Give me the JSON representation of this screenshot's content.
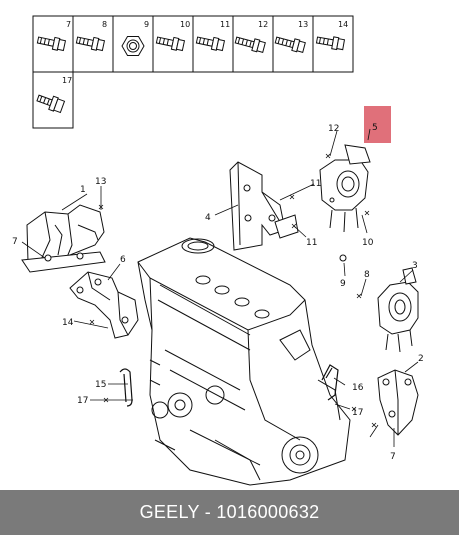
{
  "footer": {
    "text": "GEELY - 1016000632"
  },
  "fastener_boxes": [
    {
      "number": "7",
      "kind": "bolt"
    },
    {
      "number": "8",
      "kind": "bolt"
    },
    {
      "number": "9",
      "kind": "nut"
    },
    {
      "number": "10",
      "kind": "bolt"
    },
    {
      "number": "11",
      "kind": "bolt"
    },
    {
      "number": "12",
      "kind": "bolt"
    },
    {
      "number": "13",
      "kind": "bolt"
    },
    {
      "number": "14",
      "kind": "bolt"
    },
    {
      "number": "17",
      "kind": "bolt"
    }
  ],
  "callouts": {
    "c1": "1",
    "c13a": "13",
    "c7a": "7",
    "c6": "6",
    "c14": "14",
    "c15": "15",
    "c17a": "17",
    "c4": "4",
    "c12": "12",
    "c5": "5",
    "c11a": "11",
    "c11b": "11",
    "c10": "10",
    "c9": "9",
    "c8": "8",
    "c3": "3",
    "c2": "2",
    "c16": "16",
    "c17b": "17",
    "c7b": "7"
  },
  "colors": {
    "highlight": "#e0707a",
    "footer_bg": "#7a7a7a",
    "line": "#111111"
  }
}
